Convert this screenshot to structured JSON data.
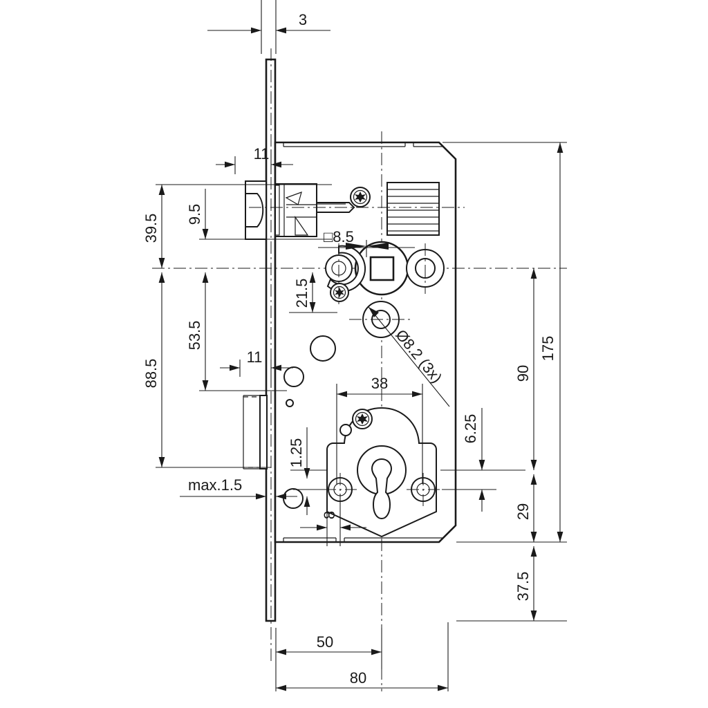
{
  "drawing": {
    "title": "Mortise lock technical drawing",
    "type": "mechanical-engineering-drawing",
    "units": "mm",
    "line_color": "#1a1a1a",
    "background": "#ffffff"
  },
  "dimensions": {
    "faceplate_thickness": "3",
    "latch_offset_top": "11",
    "latch_center_from_top": "39.5",
    "latch_height": "9.5",
    "follower_to_latch": "21.5",
    "square_spindle": "8.5",
    "hole_dia_note": "8.2 (3x)",
    "hole_dia_symbol": "Ø",
    "square_symbol": "□",
    "deadbolt_center_from_top": "53.5",
    "strike_overall": "88.5",
    "bolt_offset": "11",
    "faceplate_edge_clearance": "max.1.5",
    "cylinder_screw_spacing": "38",
    "cylinder_screw_edge": "8",
    "cylinder_offset": "1.25",
    "cylinder_to_edge": "6.25",
    "bottom_to_cylinder": "29",
    "follower_to_cylinder": "90",
    "overall_body_height": "175",
    "bottom_extension": "37.5",
    "backset": "50",
    "body_depth": "80"
  },
  "labels": {
    "d3": "3",
    "d11_top": "11",
    "d39_5": "39.5",
    "d9_5": "9.5",
    "d21_5": "21.5",
    "sq8_5": "□8.5",
    "d53_5": "53.5",
    "d88_5": "88.5",
    "d11_mid": "11",
    "max1_5": "max.1.5",
    "d1_25": "1.25",
    "d38": "38",
    "d8": "8",
    "dia82": "Ø8.2 (3x)",
    "d6_25": "6.25",
    "d29": "29",
    "d90": "90",
    "d175": "175",
    "d37_5": "37.5",
    "d50": "50",
    "d80": "80"
  }
}
